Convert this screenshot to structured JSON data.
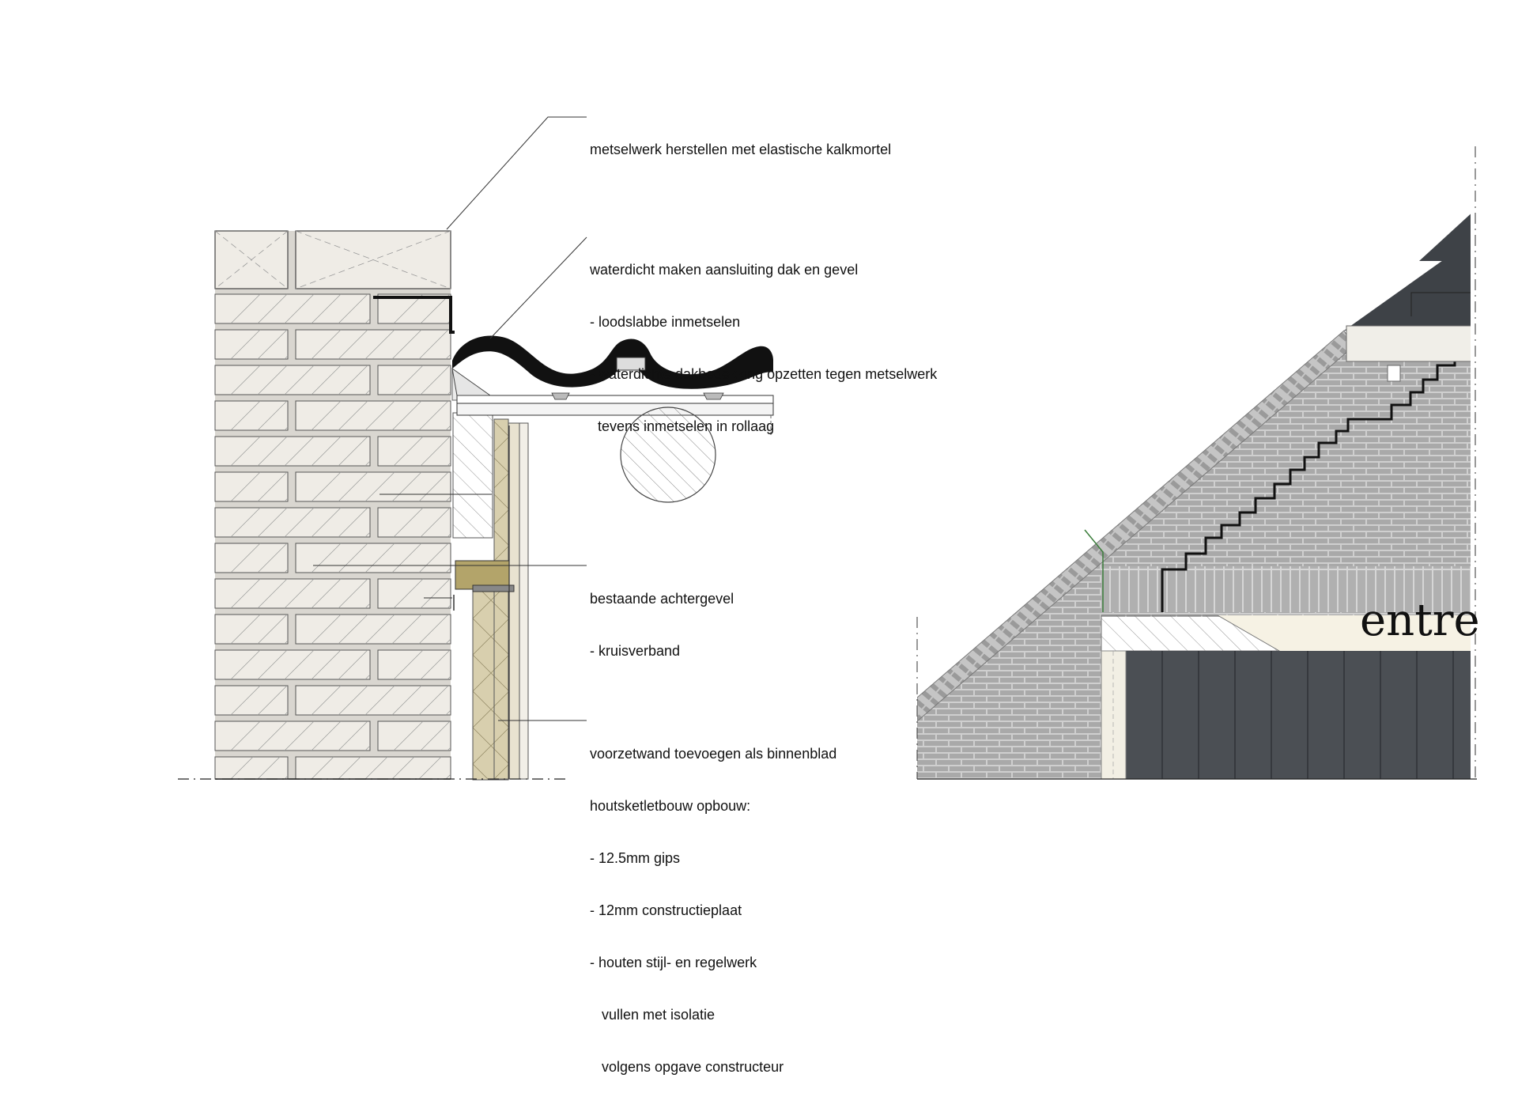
{
  "annotations": {
    "mortar": {
      "line1": "metselwerk herstellen met elastische kalkmortel"
    },
    "roof_connection": {
      "line1": "waterdicht maken aansluiting dak en gevel",
      "line2": "- loodslabbe inmetselen",
      "line3": "- waterdichte dakbedekking opzetten tegen metselwerk",
      "line4": "  tevens inmetselen in rollaag"
    },
    "facade": {
      "line1": "bestaande achtergevel",
      "line2": "- kruisverband"
    },
    "inner_wall": {
      "line1": "voorzetwand toevoegen als binnenblad",
      "line2": "houtsketletbouw opbouw:",
      "line3": "- 12.5mm gips",
      "line4": "- 12mm constructieplaat",
      "line5": "- houten stijl- en regelwerk",
      "line6": "   vullen met isolatie",
      "line7": "   volgens opgave constructeur"
    }
  },
  "elevation": {
    "sign_text": "entre"
  },
  "colors": {
    "brick_section": "#efece6",
    "mortar": "#d9d6d0",
    "insulation": "#d8cfae",
    "timber": "#b3a46a",
    "elevation_brick": "#a9a9a9",
    "dark_panel": "#4b4f54",
    "roof_tile": "#111111"
  }
}
